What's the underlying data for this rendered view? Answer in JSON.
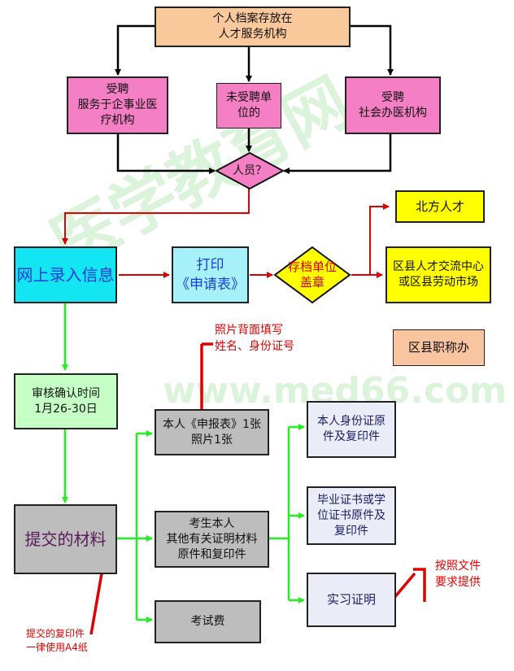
{
  "nodes": {
    "top": "个人档案存放在\n人才服务机构",
    "enterprise": "受聘\n服务于企事业医\n疗机构",
    "unemployed": "未受聘单\n位的",
    "social": "受聘\n社会办医机构",
    "person": "人员？",
    "online": "网上录入信息",
    "print": "打印\n《申请表》",
    "stamp": "存档单位\n盖章",
    "north": "北方人才",
    "district_center": "区县人才交流中心\n或区县劳动市场",
    "district_title": "区县职称办",
    "review": "审核确认时间\n1月26-30日",
    "submit": "提交的材料",
    "report": "本人《申报表》1张\n照片1张",
    "other_cert": "考生本人\n其他有关证明材料\n原件和复印件",
    "fee": "考试费",
    "id_card": "本人身份证原\n件及复印件",
    "diploma": "毕业证书或学\n位证书原件及\n复印件",
    "internship": "实习证明"
  },
  "notes": {
    "photo_back": "照片背面填写\n姓名、身份证号",
    "a4": "提交的复印件\n一律使用A4纸",
    "per_file": "按照文件\n要求提供"
  },
  "watermark": {
    "cn": "医学教育网",
    "url": "www.med66.com"
  },
  "colors": {
    "peach": "#f9c89b",
    "pink": "#f57fc4",
    "cyan": "#13e6f2",
    "yellow": "#ffff00",
    "gray": "#bdbdbd",
    "arrow_black": "#000000",
    "arrow_red": "#e00000",
    "arrow_green": "#22ee22"
  }
}
